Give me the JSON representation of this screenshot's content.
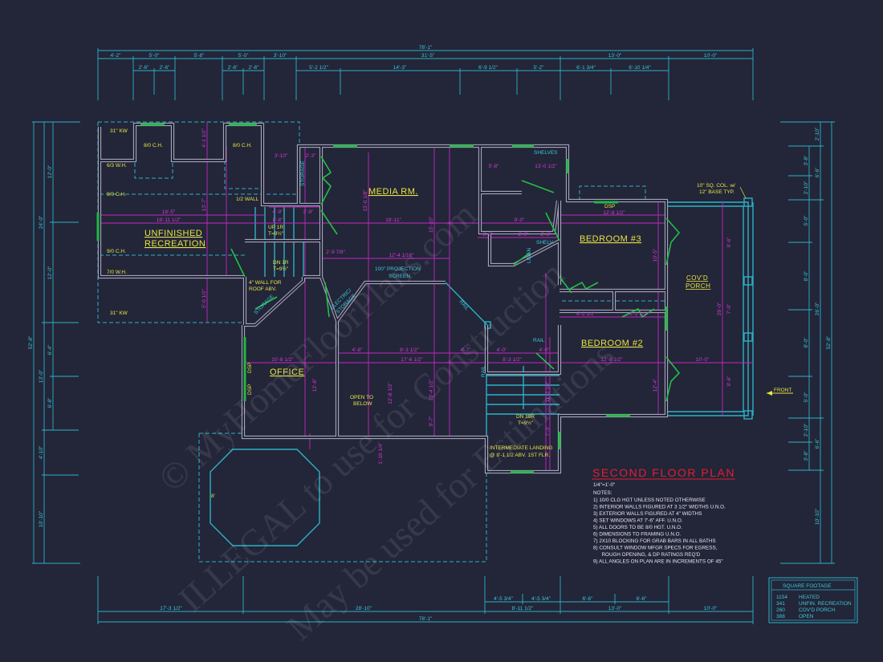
{
  "colors": {
    "background": "#232539",
    "dimension": "#2bb3c4",
    "wall": "#a4a4b8",
    "interior_dimension": "#c327c3",
    "window": "#22b845",
    "label": "#e6e640",
    "title": "#e02030"
  },
  "title": "SECOND FLOOR PLAN",
  "scale": "1/4\"=1'-0\"",
  "notes_label": "NOTES:",
  "notes": [
    "1)  10/0 CLG HGT UNLESS NOTED OTHERWISE",
    "2)  INTERIOR WALLS FIGURED AT 3 1/2\" WIDTHS U.N.O.",
    "3)  EXTERIOR WALLS FIGURED AT 4\" WIDTHS",
    "4)  SET WINDOWS AT 7'-6\" AFF. U.N.O.",
    "5)  ALL DOORS TO BE 8/0 HGT. U.N.O.",
    "6)  DIMENSIONS TO FRAMING U.N.O.",
    "7)  2X10 BLOCKING FOR GRAB BARS IN ALL BATHS",
    "8)  CONSULT WINDOW MFGR SPECS FOR EGRESS,",
    "      ROUGH OPENING, & DP RATINGS REQ'D",
    "9)  ALL ANGLES ON PLAN ARE IN INCREMENTS OF 45\""
  ],
  "square_footage": {
    "title": "SQUARE FOOTAGE",
    "rows": [
      {
        "value": "1154",
        "label": "HEATED"
      },
      {
        "value": "341",
        "label": "UNFIN. RECREATION"
      },
      {
        "value": "260",
        "label": "COV'D PORCH"
      },
      {
        "value": "388",
        "label": "OPEN"
      }
    ]
  },
  "dims": {
    "top_overall": "78'-1\"",
    "top_row1": [
      "4'-2\"",
      "5'-0\"",
      "5'-8\"",
      "5'-0\"",
      "3'-10\"",
      "31'-5\"",
      "13'-0\"",
      "10'-0\""
    ],
    "top_row2": [
      "2'-6\"",
      "2'-6\"",
      "2'-6\"",
      "2'-6\"",
      "5'-2 1/2\"",
      "14'-3\"",
      "6'-9 1/2\"",
      "5'-2\"",
      "6'-1 3/4\"",
      "6'-10 1/4\""
    ],
    "bottom_overall": "78'-1\"",
    "bottom_row1": [
      "17'-3 1/2\"",
      "28'-10\"",
      "8'-11 1/2\"",
      "13'-0\"",
      "10'-0\""
    ],
    "bottom_row2": [
      "4'-5 3/4\"",
      "4'-5 3/4\"",
      "6'-6\"",
      "6'-6\""
    ],
    "left_overall": "52'-8\"",
    "left_mid": [
      "24'-0\"",
      "13'-0\"",
      "4'-10\"",
      "10'-10\""
    ],
    "left_inner": [
      "12'-0\"",
      "12'-0\"",
      "6'-4\"",
      "6'-8\""
    ],
    "right_overall": "52'-8\"",
    "right_mid": [
      "2'-10\"",
      "6'-6\"",
      "26'-0\"",
      "6'-6\"",
      "10'-10\""
    ],
    "right_inner": [
      "3'-8\"",
      "2'-10\"",
      "5'-0\"",
      "8'-0\"",
      "8'-0\"",
      "5'-0\"",
      "2'-10\"",
      "3'-8\""
    ]
  },
  "rooms": {
    "recreation": [
      "UNFINISHED",
      "RECREATION"
    ],
    "media": "MEDIA RM.",
    "bedroom3": "BEDROOM #3",
    "bedroom2": "BEDROOM #2",
    "office": "OFFICE",
    "porch": [
      "COV'D",
      "PORCH"
    ]
  },
  "labels": {
    "kw": "31\" KW",
    "ch8": "8/0 C.H.",
    "wh63": "6/3 W.H.",
    "ch9": "9/0 C.H.",
    "wh7": "7/0 W.H.",
    "half_wall": "1/2 WALL",
    "up": [
      "UP 1R",
      "T=9½\""
    ],
    "dn1": [
      "DN 1R",
      "T=9½\""
    ],
    "roof_wall": [
      "4\" WALL FOR",
      "ROOF ABV."
    ],
    "storage": "STORAGE",
    "electric": [
      "ELECTRIC/",
      "STORAGE"
    ],
    "projection": [
      "100\" PROJECTION",
      "SCREEN"
    ],
    "shelves": "SHELVES",
    "shelv": "SHELV.",
    "linen": "LINEN",
    "dsp": "DSP",
    "column": [
      "10\" SQ. COL. w/",
      "12\" BASE TYP."
    ],
    "front": "FRONT",
    "rail": "RAIL",
    "open_below": [
      "OPEN TO",
      "BELOW"
    ],
    "dn18": [
      "DN 18R",
      "T=9½\""
    ],
    "landing": [
      "INTERMEDIATE LANDING",
      "@ 8'-1 1/2 ABV. 1ST FLR."
    ],
    "step": "8'"
  },
  "interior_dims": {
    "d18_5": "18'-5\"",
    "d16_11": "16'-11 1/2\"",
    "d3_10": "3'-10\"",
    "d2_3": "2'-3\"",
    "d4_9": "4'-9\"",
    "d8_8": "8'-8\"",
    "d2_9": "2'-9\"",
    "d4_1": "4'-1 1/2\"",
    "d13_7": "13'-7\"",
    "d5_0a": "5'-0 1/2\"",
    "d18_11": "18'-11\"",
    "d12_4": "12'-4 1/16\"",
    "d2_9_78": "2'-9 7/8\"",
    "d13_0": "13'-0 1/8\"",
    "d15_10": "15'-10\"",
    "d5_8": "5'-8\"",
    "d13_0h": "13'-0 1/2\"",
    "d9_0": "9'-0\"",
    "d3_3": "3'-3\"",
    "d2_0": "2'-0\"",
    "d2_6": "2'-6\"",
    "d12_8a": "12'-8 1/2\"",
    "d10_5": "10'-5\"",
    "d6_2a": "6'-2 1/2\"",
    "d6_2b": "6'-2 1/2\"",
    "d12_8b": "12'-8 1/2\"",
    "d12_4b": "12'-4\"",
    "d26_0": "26'-0\"",
    "d9_6a": "9'-6\"",
    "d7_0": "7'-0\"",
    "d9_6b": "9'-6\"",
    "d10_0": "10'-0\"",
    "d10_8": "10'-8 1/2\"",
    "d12_8c": "12'-8\"",
    "d4_8": "4'-8\"",
    "d8_3a": "8'-3 1/2\"",
    "d4_7": "4'-7\"",
    "d4_0a": "4'-0\"",
    "d4_0b": "4'-0\"",
    "d17_6": "17'-6 1/2\"",
    "d8_3b": "8'-3 1/2\"",
    "d12_8d": "12'-8 1/2\"",
    "d13_4": "13'-4 1/2\"",
    "d9_7": "9'-7\"",
    "d1_10": "1'-10 1/4\"",
    "d11_3": "11'-3 1/2\"",
    "d7_3": "7'-3\""
  },
  "watermark": [
    "© MyHomeFloorPlans.com",
    "ILLEGAL to use for Construction",
    "May be used for Estimations"
  ]
}
